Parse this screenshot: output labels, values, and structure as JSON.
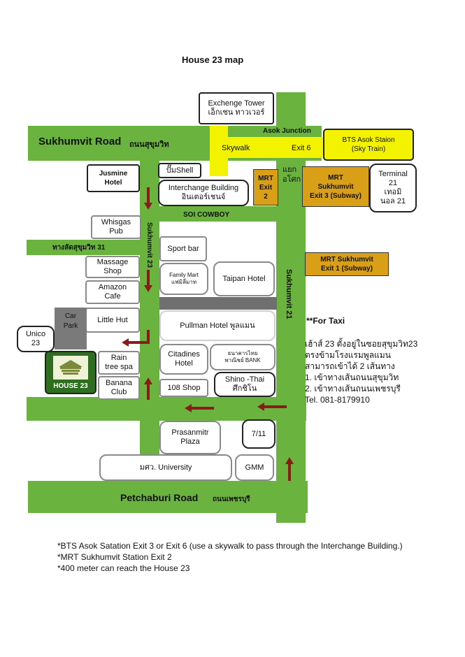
{
  "title": "House 23 map",
  "roads": {
    "sukhumvit_main": "Sukhumvit Road",
    "sukhumvit_main_th": "ถนนสุขุมวิท",
    "asok_junction": "Asok Junction",
    "skywalk": "Skywalk",
    "exit6": "Exit 6",
    "asok_th": "แยก\nอโศก",
    "soi_cowboy": "SOI COWBOY",
    "sukhumvit23": "Sukhumvit 23",
    "sukhumvit21": "Sukhumvit 21",
    "shortcut31": "ทางลัดสุขุมวิท 31",
    "petchaburi": "Petchaburi  Road",
    "petchaburi_th": "ถนนเพชรบุรี"
  },
  "places": {
    "exchange_tower": "Exchenge Tower\nเอ็กเชน ทาวเวอร์",
    "bts_asok": "BTS Asok Staion\n(Sky Train)",
    "shell": "ปั๊มShell",
    "jusmine": "Jusmine Hotel",
    "interchange": "Interchange Building\nอินเตอร์เชนจ์",
    "mrt_exit2": "MRT\nExit\n2",
    "mrt_exit3": "MRT\nSukhumvit\nExit 3 (Subway)",
    "terminal21": "Terminal\n21\nเทอมิ\nนอล 21",
    "whisgas": "Whisgas\nPub",
    "sport_bar": "Sport bar",
    "mrt_exit1": "MRT Sukhumvit\nExit  1 (Subway)",
    "massage": "Massage\nShop",
    "family_mart": "Family Mart\nแฟมิลี่มาท",
    "taipan": "Taipan Hotel",
    "amazon": "Amazon\nCafe",
    "little_hut": "Little Hut",
    "pullman": "Pullman Hotel พูลแมน",
    "car_park": "Car\nPark",
    "unico": "Unico\n23",
    "house23": "HOUSE 23",
    "rain_tree": "Rain\ntree spa",
    "citadines": "Citadines\nHotel",
    "thai_bank": "ธนาคารไทย\nพาณิชย์ BANK",
    "banana": "Banana\nClub",
    "shop108": "108 Shop",
    "shino": "Shino -Thai\nศึกชิโน",
    "prasanmitr": "Prasanmitr\nPlaza",
    "seven": "7/11",
    "university": "มศว. University",
    "gmm": "GMM"
  },
  "taxi": {
    "heading": "**For Taxi",
    "lines": "เฮ้าส์ 23 ตั้งอยู่ในซอยสุขุมวิท23\nตรงข้ามโรงแรมพูลแมน\nสามารถเข้าได้ 2 เส้นทาง\n  1. เข้าทางเส้นถนนสุขุมวิท\n  2. เข้าทางเส้นถนนเพชรบุรี\nTel. 081-8179910"
  },
  "notes": [
    "*BTS Asok Satation Exit 3 or Exit 6 (use a skywalk to pass through the Interchange Building.)",
    "*MRT Sukhumvit Station Exit 2",
    "*400 meter can reach the House 23"
  ],
  "colors": {
    "road": "#6ab33e",
    "skywalk": "#f3f300",
    "mrt": "#d9a017",
    "arrow": "#8b1a1a"
  }
}
